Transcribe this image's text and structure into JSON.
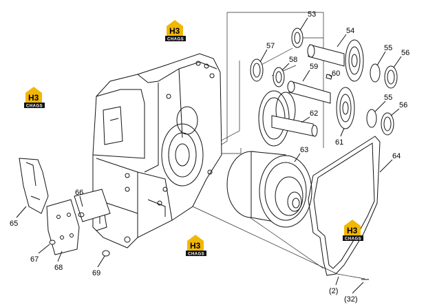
{
  "diagram": {
    "part_labels": [
      "53",
      "54",
      "55",
      "56",
      "57",
      "58",
      "59",
      "60",
      "55",
      "56",
      "62",
      "61",
      "63",
      "64",
      "66",
      "65",
      "67",
      "68",
      "69",
      "(2)",
      "(32)"
    ],
    "watermark": {
      "mark": "H3",
      "text": "CHAGS"
    },
    "colors": {
      "logo_yellow": "#f2b705",
      "logo_black": "#111111",
      "line": "#111111"
    }
  }
}
